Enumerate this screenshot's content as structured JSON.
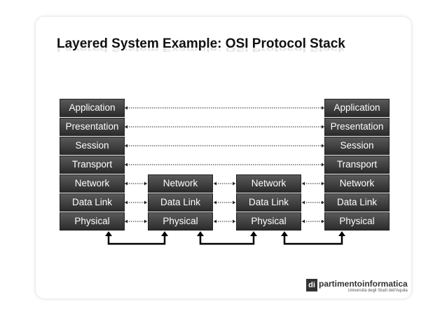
{
  "title": "Layered System Example: OSI Protocol Stack",
  "stacks": {
    "left": [
      "Application",
      "Presentation",
      "Session",
      "Transport",
      "Network",
      "Data Link",
      "Physical"
    ],
    "router1": [
      "Network",
      "Data Link",
      "Physical"
    ],
    "router2": [
      "Network",
      "Data Link",
      "Physical"
    ],
    "right": [
      "Application",
      "Presentation",
      "Session",
      "Transport",
      "Network",
      "Data Link",
      "Physical"
    ]
  },
  "logo": {
    "mark": "di",
    "name": "partimentoinformatica",
    "subtitle": "Università degli Studi dell'Aquila"
  }
}
